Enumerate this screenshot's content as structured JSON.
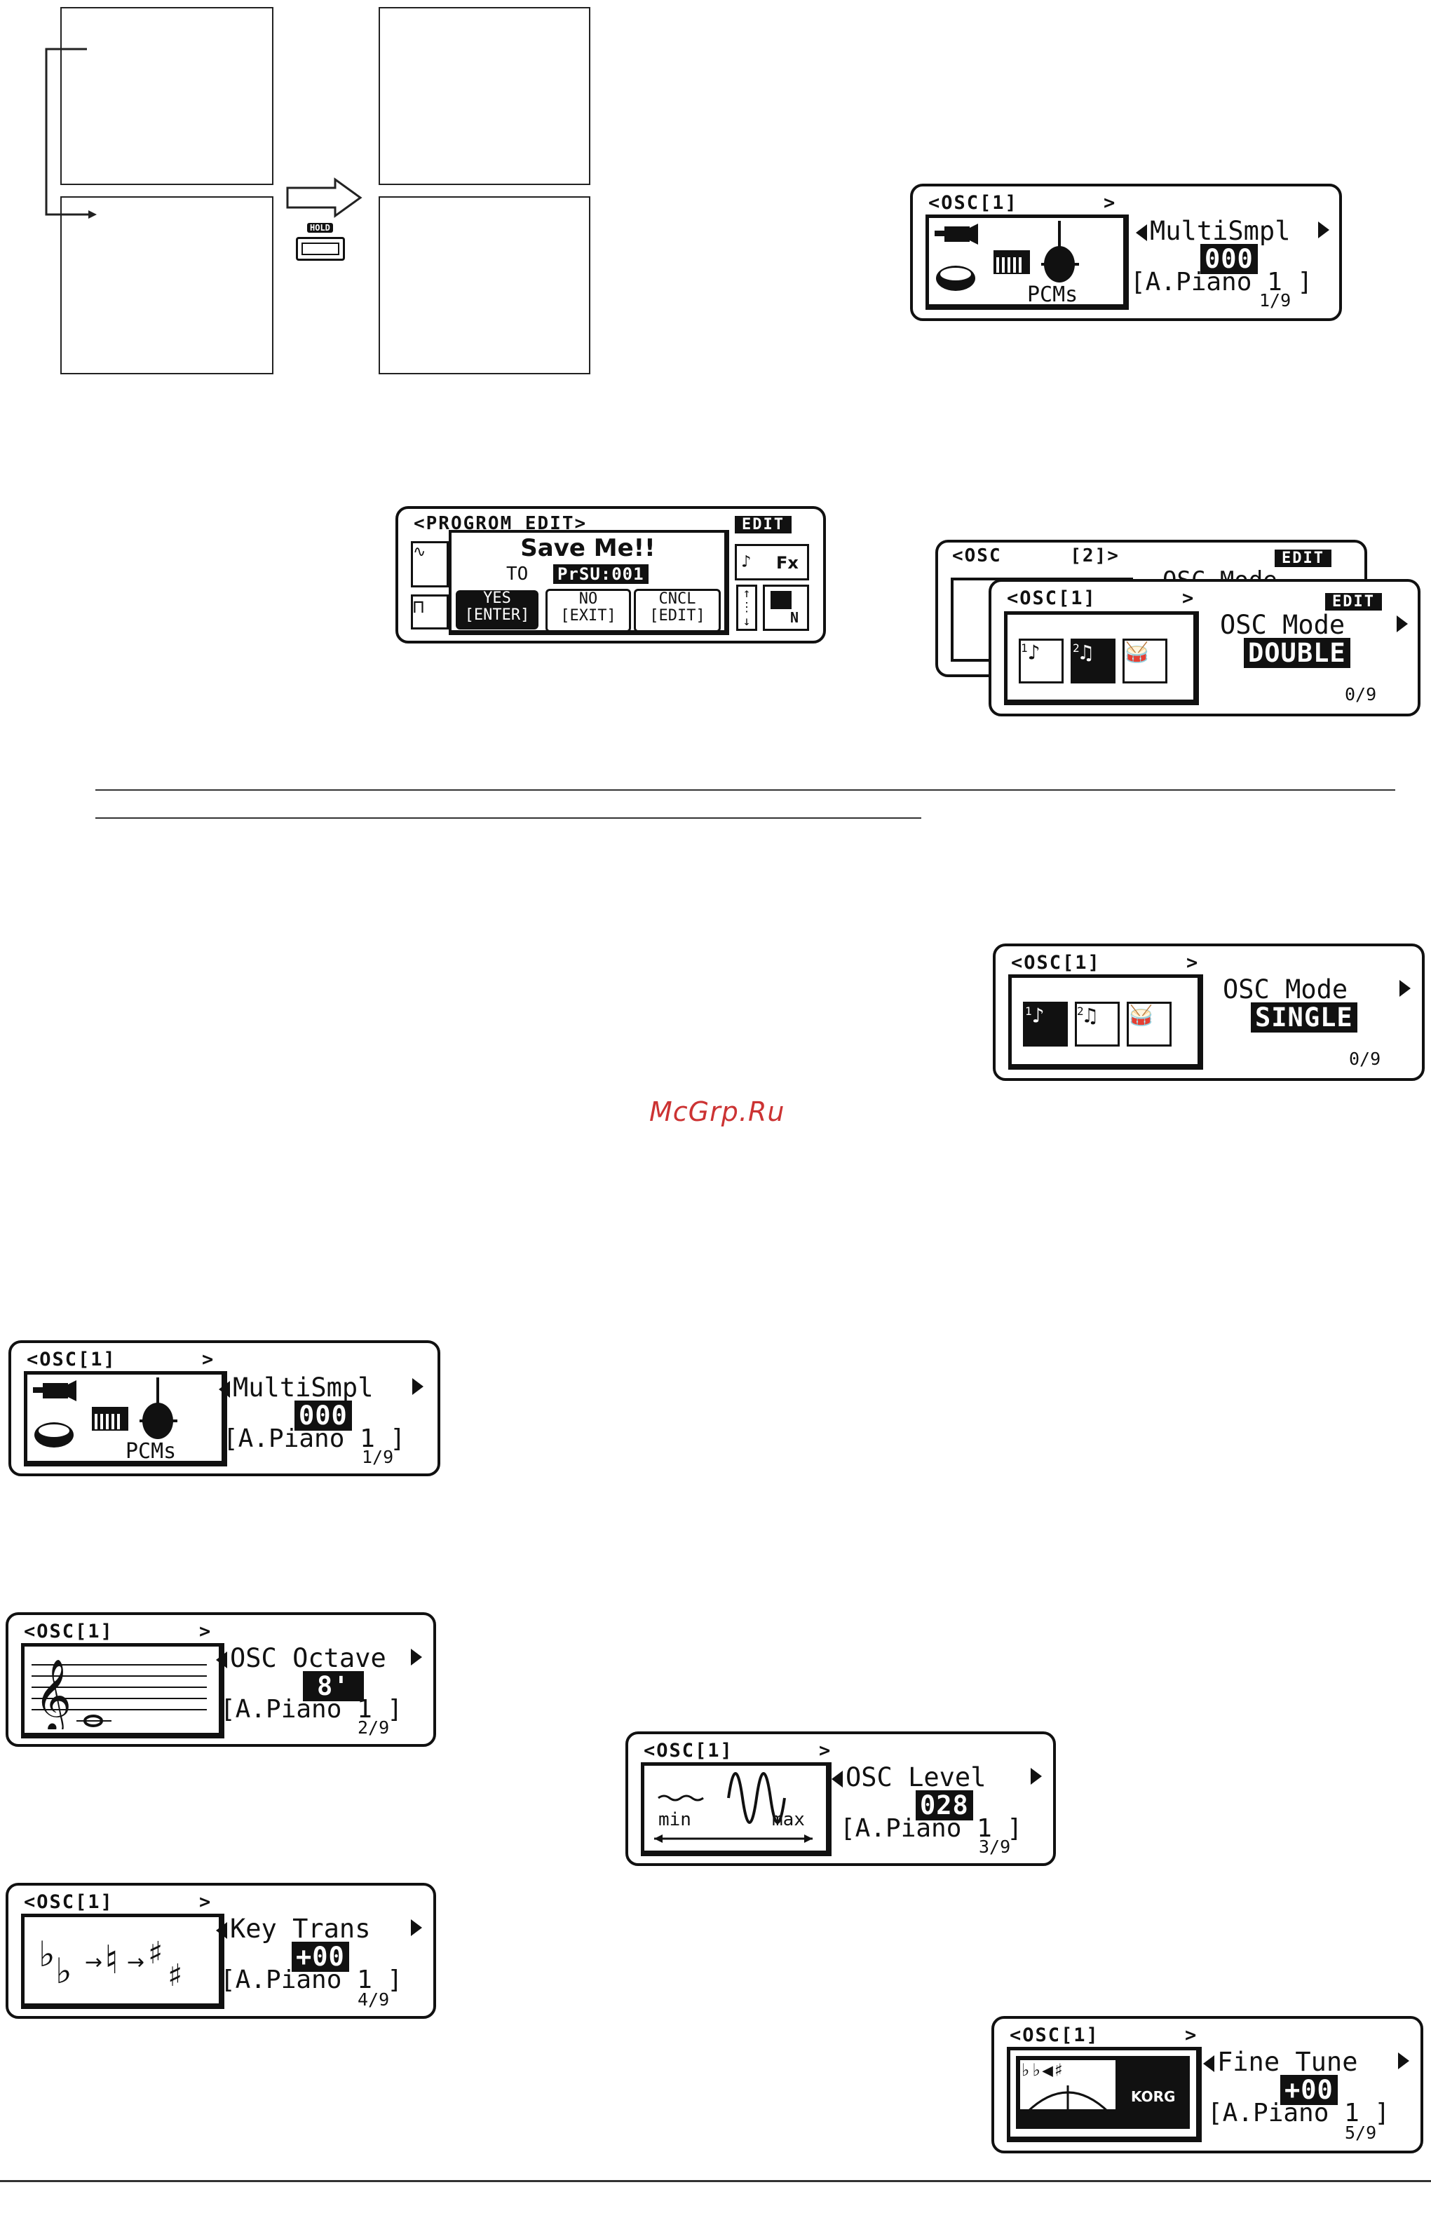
{
  "watermark": "McGrp.Ru",
  "hold_label": "HOLD",
  "save_dialog": {
    "header": "<PROGROM EDIT>",
    "edit_badge": "EDIT",
    "title": "Save Me!!",
    "to_label": "TO",
    "destination": "PrSU:001",
    "buttons": [
      {
        "label": "YES",
        "key": "[ENTER]"
      },
      {
        "label": "NO",
        "key": "[EXIT]"
      },
      {
        "label": "CNCL",
        "key": "[EDIT]"
      }
    ],
    "fx_label": "Fx",
    "n_label": "N"
  },
  "osc_mode_double": {
    "back_title": "<OSC",
    "back_channel": "[2]>",
    "back_param": "OSC Mode",
    "front_title": "<OSC[1]",
    "front_arrow": ">",
    "edit_badge": "EDIT",
    "param": "OSC Mode",
    "value": "DOUBLE",
    "page": "0/9",
    "tile_nums": [
      "1",
      "2"
    ]
  },
  "osc_mode_single": {
    "title": "<OSC[1]",
    "arrow": ">",
    "param": "OSC Mode",
    "value": "SINGLE",
    "page": "0/9",
    "tile_nums": [
      "1",
      "2"
    ]
  },
  "multisample_top": {
    "title": "<OSC[1]",
    "arrow": ">",
    "param": "MultiSmpl",
    "value": "000",
    "sample": "[A.Piano 1 ]",
    "page": "1/9",
    "icon_label": "PCMs"
  },
  "multisample": {
    "title": "<OSC[1]",
    "arrow": ">",
    "param": "MultiSmpl",
    "value": "000",
    "sample": "[A.Piano 1 ]",
    "page": "1/9",
    "icon_label": "PCMs"
  },
  "octave": {
    "title": "<OSC[1]",
    "arrow": ">",
    "param": "OSC Octave",
    "value": "8'",
    "sample": "[A.Piano 1 ]",
    "page": "2/9"
  },
  "level": {
    "title": "<OSC[1]",
    "arrow": ">",
    "param": "OSC Level",
    "value": "028",
    "sample": "[A.Piano 1 ]",
    "page": "3/9",
    "min_label": "min",
    "max_label": "max"
  },
  "keytrans": {
    "title": "<OSC[1]",
    "arrow": ">",
    "param": "Key Trans",
    "value": "+00",
    "sample": "[A.Piano 1 ]",
    "page": "4/9"
  },
  "finetune": {
    "title": "<OSC[1]",
    "arrow": ">",
    "param": "Fine Tune",
    "value": "+00",
    "sample": "[A.Piano 1 ]",
    "page": "5/9",
    "brand": "KORG"
  }
}
